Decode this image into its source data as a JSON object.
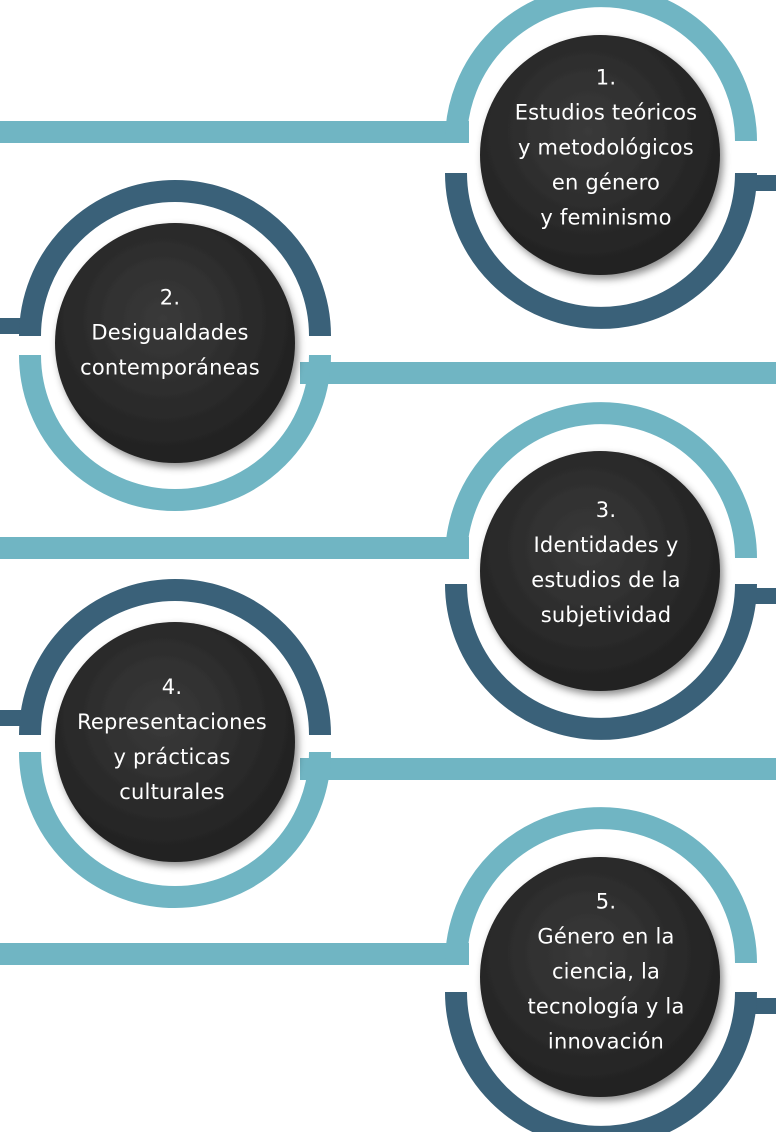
{
  "colors": {
    "light_teal": "#70B5C3",
    "dark_slate": "#3A6179",
    "node_fill": "#2B2B2B",
    "text": "#FFFFFF"
  },
  "nodes": [
    {
      "number": "1.",
      "lines": [
        "Estudios teóricos",
        "y metodológicos",
        "en género",
        "y feminismo"
      ]
    },
    {
      "number": "2.",
      "lines": [
        "Desigualdades",
        "contemporáneas"
      ]
    },
    {
      "number": "3.",
      "lines": [
        "Identidades y",
        "estudios de la",
        "subjetividad"
      ]
    },
    {
      "number": "4.",
      "lines": [
        "Representaciones",
        "y prácticas",
        "culturales"
      ]
    },
    {
      "number": "5.",
      "lines": [
        "Género en la",
        "ciencia, la",
        "tecnología y la",
        "innovación"
      ]
    }
  ]
}
